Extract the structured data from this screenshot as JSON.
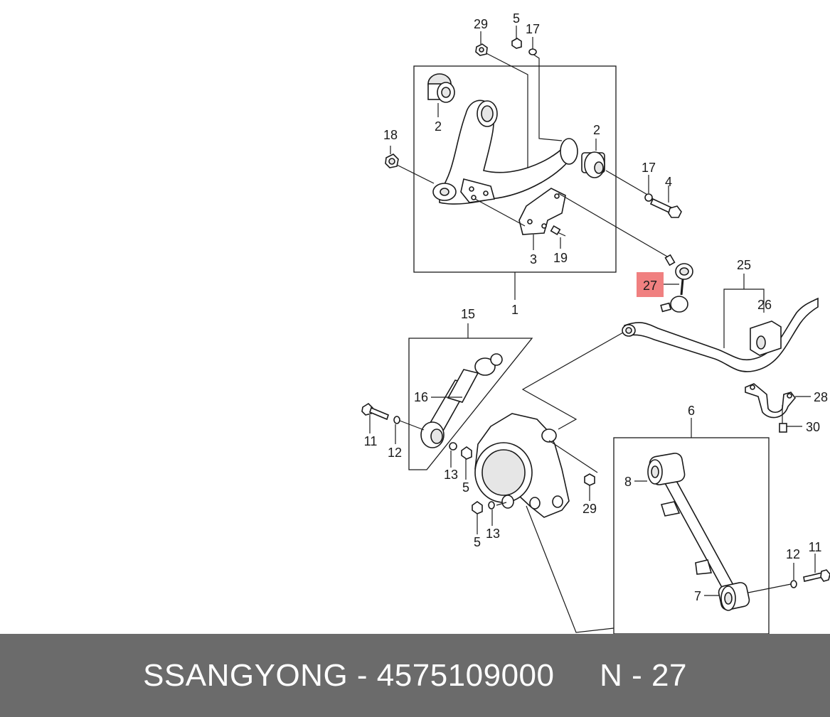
{
  "diagram": {
    "highlight_color": "#f08080",
    "callouts": {
      "c29_top": "29",
      "c5_top": "5",
      "c17_top": "17",
      "c18": "18",
      "c2_left": "2",
      "c2_right": "2",
      "c17_right": "17",
      "c4": "4",
      "c3": "3",
      "c19": "19",
      "c1": "1",
      "c27": "27",
      "c25": "25",
      "c26": "26",
      "c15": "15",
      "c16": "16",
      "c11_left": "11",
      "c12_left": "12",
      "c13_upper": "13",
      "c5_mid": "5",
      "c29_mid": "29",
      "c13_lower": "13",
      "c5_lower": "5",
      "c28": "28",
      "c30": "30",
      "c6": "6",
      "c8": "8",
      "c7": "7",
      "c12_right": "12",
      "c11_right": "11"
    }
  },
  "footer": {
    "brand": "SSANGYONG",
    "part_number": "4575109000",
    "position": "N - 27",
    "text": "SSANGYONG - 4575109000     N - 27"
  }
}
